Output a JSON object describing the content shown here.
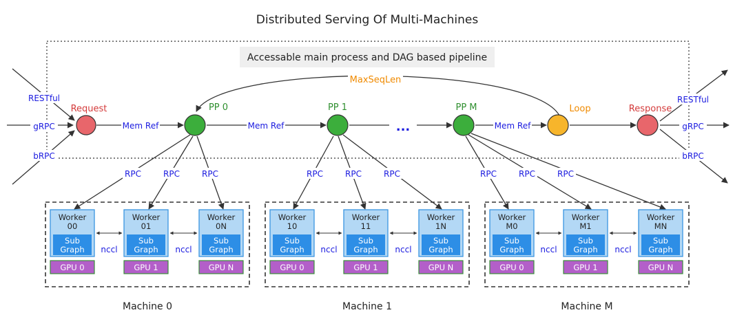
{
  "title": "Distributed Serving Of Multi-Machines",
  "banner": "Accessable main process and DAG based pipeline",
  "loop_label": "MaxSeqLen",
  "protocols_in": [
    "RESTful",
    "gRPC",
    "bRPC"
  ],
  "protocols_out": [
    "RESTful",
    "gRPC",
    "bRPC"
  ],
  "nodes": {
    "request": "Request",
    "pp0": "PP 0",
    "pp1": "PP 1",
    "ppm": "PP M",
    "loop": "Loop",
    "response": "Response",
    "ellipsis": "..."
  },
  "mem_ref_label": "Mem Ref",
  "rpc_label": "RPC",
  "nccl_label": "nccl",
  "colors": {
    "request": "#e8666b",
    "pp": "#3cae3c",
    "loop": "#f7b52b",
    "response": "#e8666b",
    "worker_bg": "#b3d8f5",
    "worker_border": "#3a95e0",
    "subgraph": "#2d8ee6",
    "gpu": "#b35fc9",
    "blue_text": "#1a1adf"
  },
  "machines": [
    {
      "label": "Machine 0",
      "workers": [
        {
          "name": "Worker",
          "id": "00",
          "sub": "Sub",
          "graph": "Graph",
          "gpu": "GPU 0"
        },
        {
          "name": "Worker",
          "id": "01",
          "sub": "Sub",
          "graph": "Graph",
          "gpu": "GPU 1"
        },
        {
          "name": "Worker",
          "id": "0N",
          "sub": "Sub",
          "graph": "Graph",
          "gpu": "GPU N"
        }
      ]
    },
    {
      "label": "Machine 1",
      "workers": [
        {
          "name": "Worker",
          "id": "10",
          "sub": "Sub",
          "graph": "Graph",
          "gpu": "GPU 0"
        },
        {
          "name": "Worker",
          "id": "11",
          "sub": "Sub",
          "graph": "Graph",
          "gpu": "GPU 1"
        },
        {
          "name": "Worker",
          "id": "1N",
          "sub": "Sub",
          "graph": "Graph",
          "gpu": "GPU N"
        }
      ]
    },
    {
      "label": "Machine M",
      "workers": [
        {
          "name": "Worker",
          "id": "M0",
          "sub": "Sub",
          "graph": "Graph",
          "gpu": "GPU 0"
        },
        {
          "name": "Worker",
          "id": "M1",
          "sub": "Sub",
          "graph": "Graph",
          "gpu": "GPU 1"
        },
        {
          "name": "Worker",
          "id": "MN",
          "sub": "Sub",
          "graph": "Graph",
          "gpu": "GPU N"
        }
      ]
    }
  ]
}
